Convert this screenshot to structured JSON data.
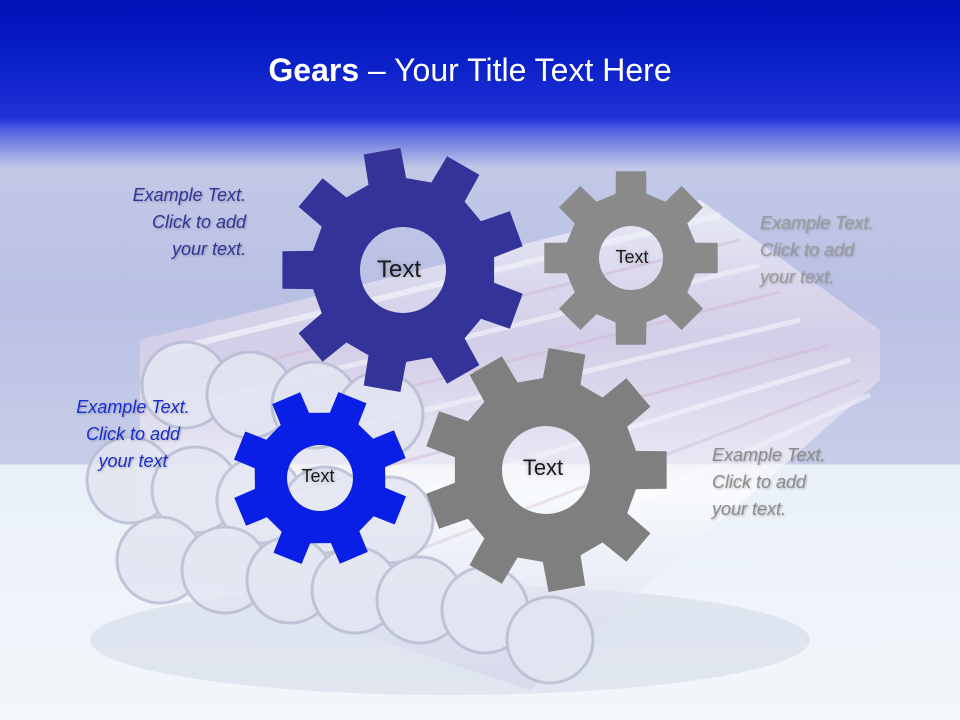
{
  "slide": {
    "title_bold": "Gears",
    "title_rest": " – Your Title Text Here"
  },
  "gears": [
    {
      "label": "Text",
      "color": "#333399"
    },
    {
      "label": "Text",
      "color": "#8a8a8a"
    },
    {
      "label": "Text",
      "color": "#0a1fe6"
    },
    {
      "label": "Text",
      "color": "#7f7f7f"
    }
  ],
  "callouts": [
    {
      "text": "Example Text.\nClick  to add\nyour text.",
      "color": "#333399"
    },
    {
      "text": "Example Text.\nClick  to add\nyour text.",
      "color": "#9a9a9a"
    },
    {
      "text": "Example Text.\nClick  to add\nyour text",
      "color": "#1a2fd0"
    },
    {
      "text": "Example Text.\nClick  to add\nyour text.",
      "color": "#8c8c8c"
    }
  ],
  "colors": {
    "header": "#0012b8",
    "pipes": "#ffffff"
  },
  "icons": [
    "gear-icon",
    "pipe-stack-image"
  ]
}
